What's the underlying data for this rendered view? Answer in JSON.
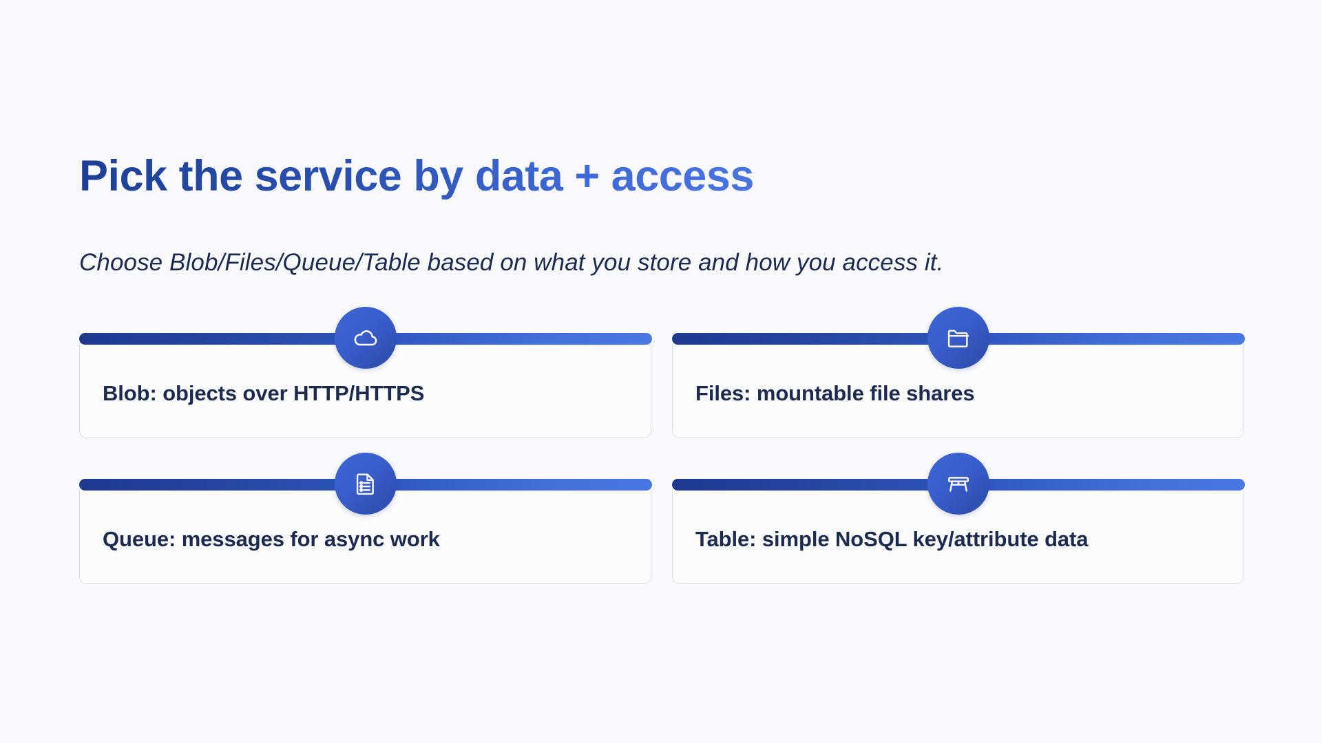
{
  "slide": {
    "title": "Pick the service by data + access",
    "subtitle": "Choose Blob/Files/Queue/Table based on what you store and how you access it.",
    "background_color": "#f9fafd",
    "title_gradient_from": "#1f3f96",
    "title_gradient_to": "#4a74e0",
    "accent_bar_from": "#1d3a8f",
    "accent_bar_to": "#4a77e2",
    "icon_circle_from": "#3d63d4",
    "icon_circle_to": "#2c49a8",
    "body_text_color": "#1d2a4d"
  },
  "cards": [
    {
      "id": "blob",
      "label": "Blob: objects over HTTP/HTTPS",
      "icon": "cloud-icon"
    },
    {
      "id": "files",
      "label": "Files: mountable file shares",
      "icon": "folder-icon"
    },
    {
      "id": "queue",
      "label": "Queue: messages for async work",
      "icon": "document-list-icon"
    },
    {
      "id": "table",
      "label": "Table: simple NoSQL key/attribute data",
      "icon": "table-icon"
    }
  ]
}
